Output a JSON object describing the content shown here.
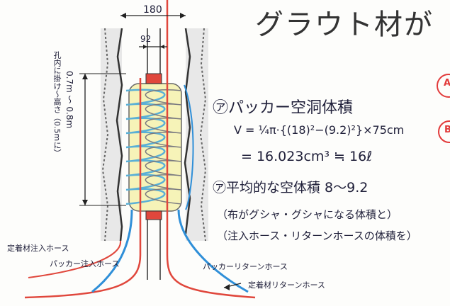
{
  "title": "グラウト材が",
  "dimensions": {
    "outer": "180",
    "inner": "92",
    "vertical_note": "孔内に掛け〜高さ（0.5mに）",
    "range": "0.7m 〜 0.8m"
  },
  "calc": {
    "heading": "㋐パッカー空洞体積",
    "formula": "V = ¼π·{(18)²−(9.2)²}×75cm",
    "result": "= 16.023cm³ ≒ 16ℓ",
    "heading2": "㋐平均的な空体積 8〜9.2",
    "note1": "（布がグシャ・グシャになる体積と）",
    "note2": "（注入ホース・リターンホースの体積を）"
  },
  "labels": {
    "grout_inject": "定着材注入ホース",
    "packer_inject": "パッカー注入ホース",
    "packer_return": "パッカーリターンホース",
    "grout_return": "定着材リターンホース",
    "side_a": "A",
    "side_b": "B"
  },
  "colors": {
    "grout_hose": "#e0473c",
    "packer_hose": "#2f8fd8",
    "packer_body": "#f6f3b8",
    "packer_coil": "#5ab0d6",
    "rock": "#7a7a80",
    "ink": "#20203a"
  }
}
